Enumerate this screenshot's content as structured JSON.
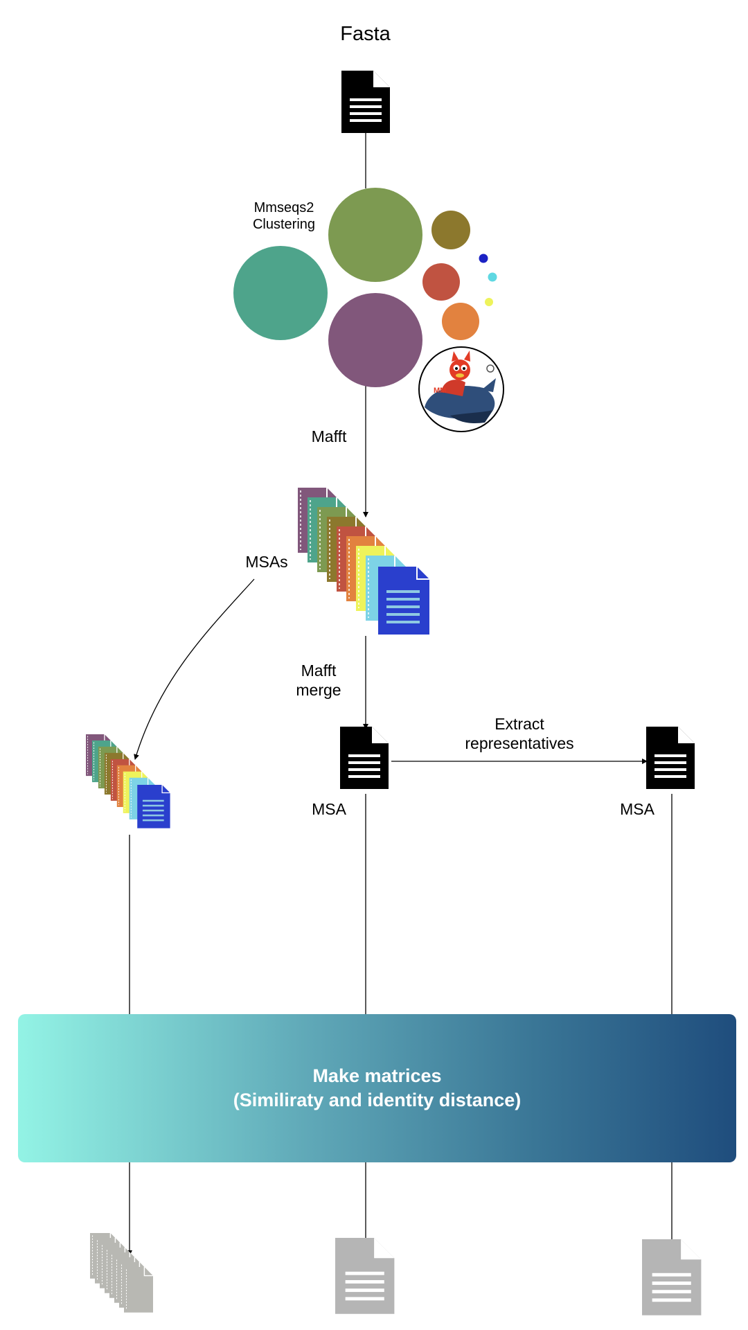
{
  "labels": {
    "fasta": "Fasta",
    "clustering": "Mmseqs2\nClustering",
    "mafft": "Mafft",
    "msas": "MSAs",
    "mafft_merge": "Mafft\nmerge",
    "extract": "Extract\nrepresentatives",
    "msa_1": "MSA",
    "msa_2": "MSA",
    "make_matrices": "Make matrices\n(Similiraty and identity distance)"
  },
  "colors": {
    "cluster_palette": [
      "#81577b",
      "#4ea48b",
      "#7d9a51",
      "#8c782d",
      "#c05341",
      "#e2823f",
      "#eef35b",
      "#7dd3e6",
      "#2a3fcd"
    ],
    "document_dark": "#000000",
    "document_output": "#b5b5b5",
    "stack_output": "#b8b8b3",
    "matrix_gradient": [
      "#93f3e5",
      "#60a9b8",
      "#3a7696",
      "#1f4d7d"
    ]
  },
  "icons": {
    "input_file": "document-icon",
    "mascot": "mmseqs-rocket-mascot-icon",
    "msa_stack": "document-stack-icon"
  }
}
